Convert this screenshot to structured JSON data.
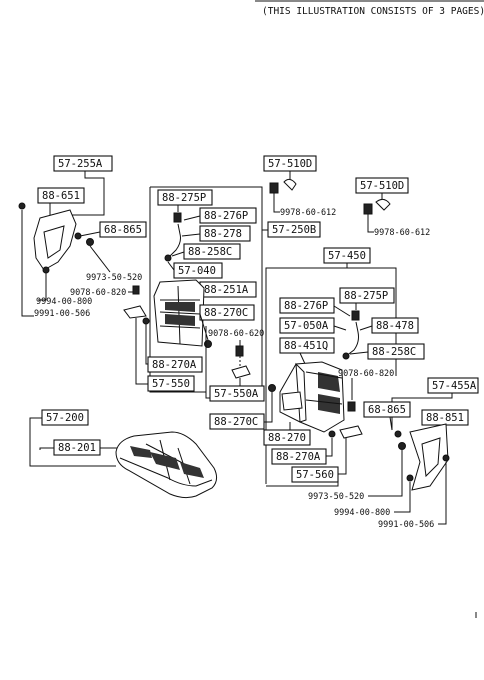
{
  "header_note": "(THIS ILLUSTRATION CONSISTS OF  3 PAGES)",
  "labels": {
    "l_57_255A": "57-255A",
    "l_88_651": "88-651",
    "l_68_865_left": "68-865",
    "l_9973_left": "9973-50-520",
    "l_9078_left": "9078-60-820",
    "l_9994_left": "9994-00-800",
    "l_9991_left": "9991-00-506",
    "l_88_275P_top": "88-275P",
    "l_88_276P_top": "88-276P",
    "l_88_278": "88-278",
    "l_88_258C_top": "88-258C",
    "l_57_040": "57-040",
    "l_88_251A": "88-251A",
    "l_88_270C_top": "88-270C",
    "l_88_270A_left": "88-270A",
    "l_57_550": "57-550",
    "l_57_510D_a": "57-510D",
    "l_9978_a": "9978-60-612",
    "l_57_510D_b": "57-510D",
    "l_9978_b": "9978-60-612",
    "l_57_250B": "57-250B",
    "l_57_450": "57-450",
    "l_88_276P_r": "88-276P",
    "l_88_275P_r": "88-275P",
    "l_57_050A": "57-050A",
    "l_88_478": "88-478",
    "l_88_451Q": "88-451Q",
    "l_88_258C_r": "88-258C",
    "l_9078_620": "9078-60-620",
    "l_57_550A": "57-550A",
    "l_9078_right": "9078-60-820",
    "l_57_455A": "57-455A",
    "l_68_865_right": "68-865",
    "l_88_851": "88-851",
    "l_88_270C_bot": "88-270C",
    "l_88_270": "88-270",
    "l_88_270A_bot": "88-270A",
    "l_57_560": "57-560",
    "l_57_200": "57-200",
    "l_88_201": "88-201",
    "l_9973_right": "9973-50-520",
    "l_9994_right": "9994-00-800",
    "l_9991_right": "9991-00-506"
  }
}
